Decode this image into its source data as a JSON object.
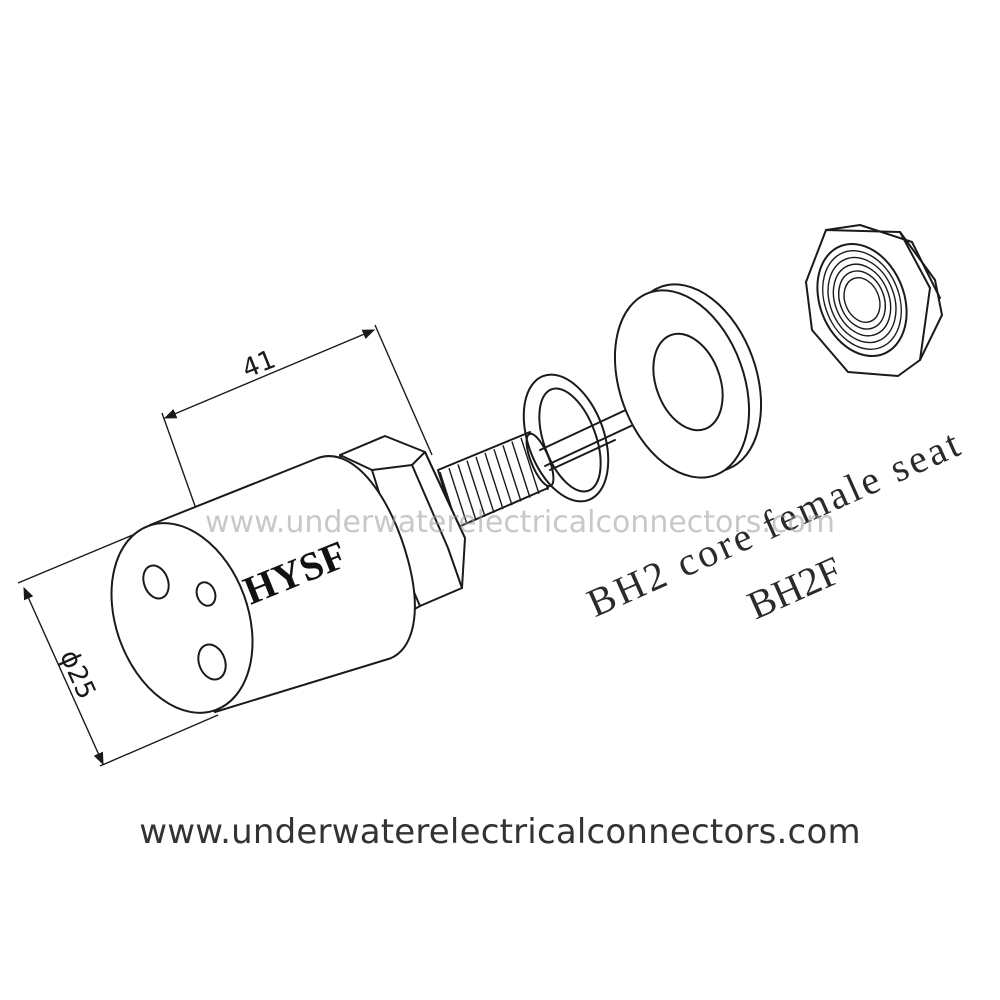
{
  "diagram": {
    "dimension_length": "41",
    "dimension_diameter": "ϕ25",
    "brand_mark": "HYSF",
    "product_name": "BH2 core female seat",
    "model_code": "BH2F"
  },
  "watermark": "www.underwaterelectricalconnectors.com",
  "footer": {
    "url": "www.underwaterelectricalconnectors.com"
  }
}
